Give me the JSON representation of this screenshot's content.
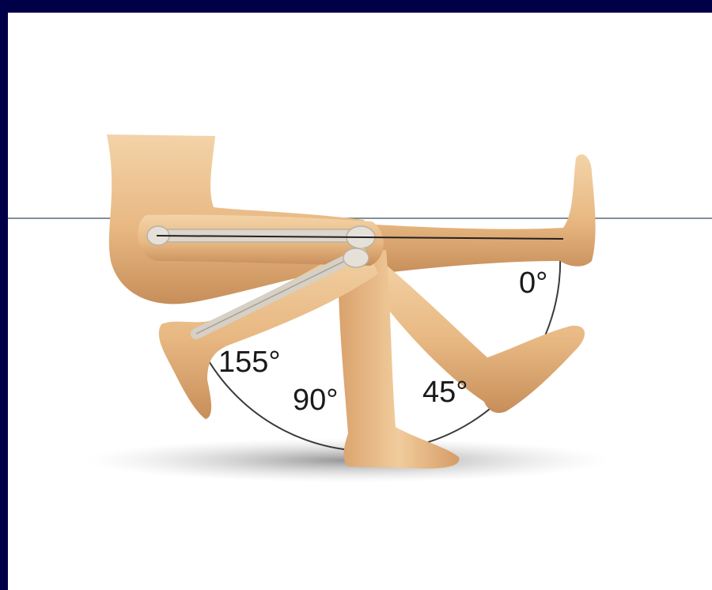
{
  "colors": {
    "slide_background": "#000048",
    "content_background": "#ffffff",
    "skin": "#eec594",
    "skin_shadow": "#c9925e",
    "bone": "#d8d2c8",
    "arc": "#3a3a3a"
  },
  "angles": [
    {
      "label": "0°",
      "degrees": 0
    },
    {
      "label": "45°",
      "degrees": 45
    },
    {
      "label": "90°",
      "degrees": 90
    },
    {
      "label": "155°",
      "degrees": 155
    }
  ]
}
